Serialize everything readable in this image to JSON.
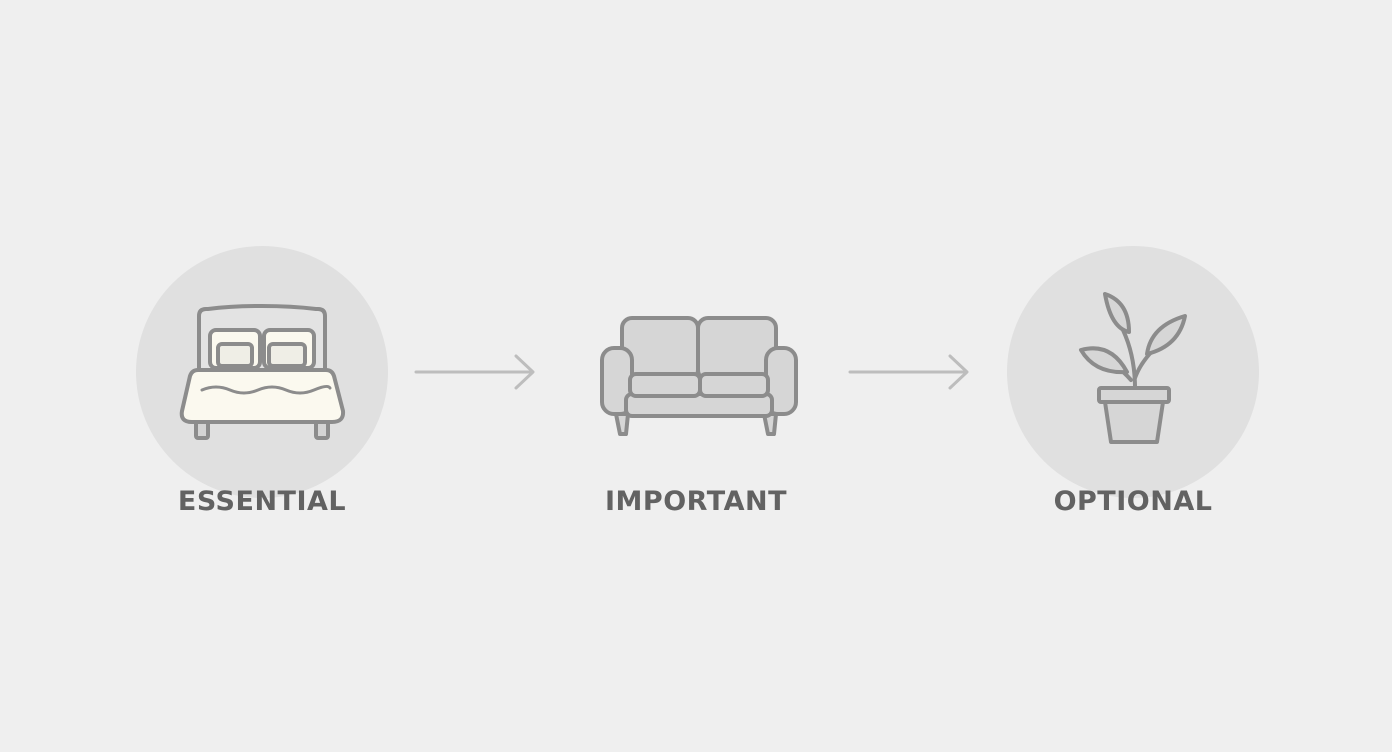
{
  "steps": [
    {
      "label": "ESSENTIAL",
      "icon": "bed-icon"
    },
    {
      "label": "IMPORTANT",
      "icon": "sofa-icon"
    },
    {
      "label": "OPTIONAL",
      "icon": "potted-plant-icon"
    }
  ],
  "connectors": [
    "arrow-right-icon",
    "arrow-right-icon"
  ],
  "colors": {
    "background": "#efefef",
    "circle": "#e0e0e0",
    "stroke": "#8c8c8c",
    "label": "#626262",
    "arrow": "#bdbdbd",
    "bedding": "#fbf9ef"
  }
}
